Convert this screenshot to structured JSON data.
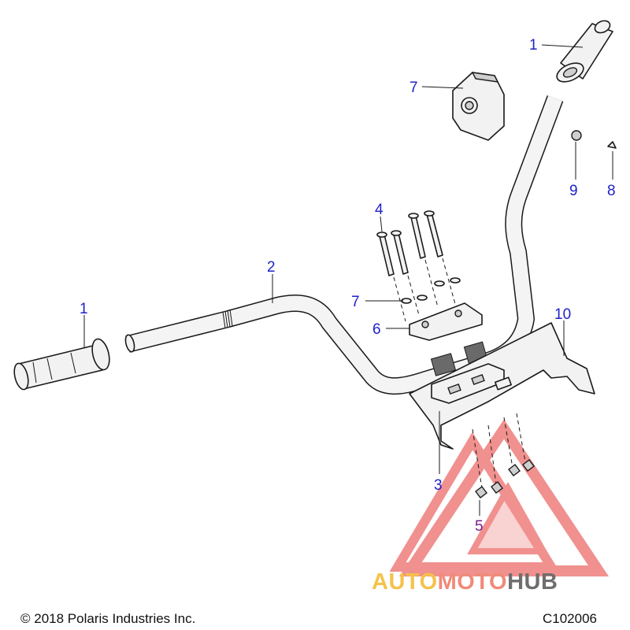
{
  "callouts": [
    {
      "id": "grip-right",
      "label": "1"
    },
    {
      "id": "switch-housing",
      "label": "7"
    },
    {
      "id": "nut",
      "label": "9"
    },
    {
      "id": "pin",
      "label": "8"
    },
    {
      "id": "bolts",
      "label": "4"
    },
    {
      "id": "handlebar",
      "label": "2"
    },
    {
      "id": "grip-left",
      "label": "1"
    },
    {
      "id": "washers",
      "label": "7"
    },
    {
      "id": "clamp-cap",
      "label": "6"
    },
    {
      "id": "bracket",
      "label": "10"
    },
    {
      "id": "clamp-base",
      "label": "3"
    },
    {
      "id": "nuts-lower",
      "label": "5"
    }
  ],
  "watermark": {
    "brand_a": "AUTO",
    "brand_b": "MOTO",
    "brand_c": "HUB",
    "color_a": "#f5c24a",
    "color_b": "#f08a7a",
    "color_c": "#6e6e6e",
    "logo_color": "#e53935"
  },
  "footer": {
    "copyright": "© 2018 Polaris Industries Inc.",
    "code": "C102006"
  }
}
